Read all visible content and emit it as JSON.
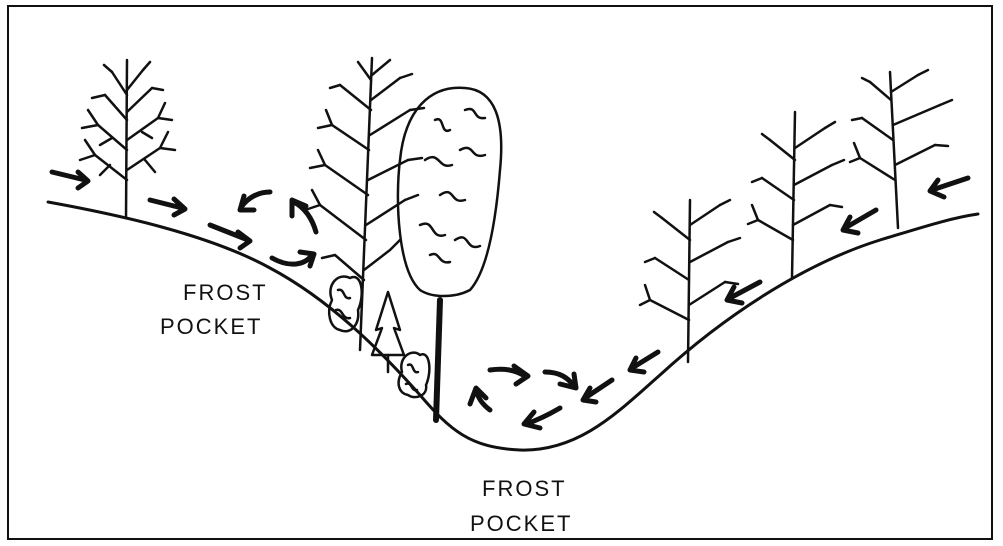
{
  "labels": {
    "upper_pocket_line1": "FROST",
    "upper_pocket_line2": "POCKET",
    "valley_pocket_line1": "FROST",
    "valley_pocket_line2": "POCKET"
  },
  "colors": {
    "ink": "#111111",
    "background": "#ffffff"
  }
}
